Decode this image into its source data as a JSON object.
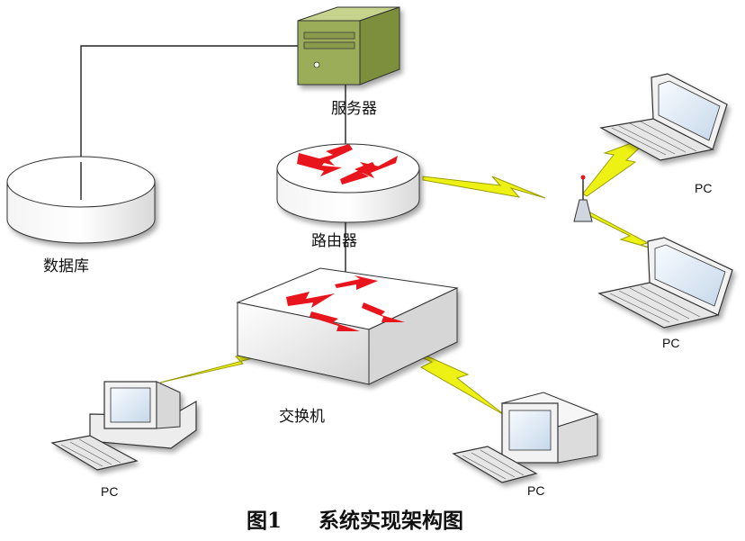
{
  "nodes": {
    "server": {
      "label": "服务器",
      "icon": "server-icon"
    },
    "router": {
      "label": "路由器",
      "icon": "router-icon"
    },
    "database": {
      "label": "数据库",
      "icon": "database-icon"
    },
    "switch": {
      "label": "交换机",
      "icon": "switch-icon"
    },
    "wireless_ap": {
      "icon": "wireless-antenna-icon"
    },
    "laptop_top": {
      "label": "PC",
      "icon": "laptop-icon"
    },
    "laptop_bottom": {
      "label": "PC",
      "icon": "laptop-icon"
    },
    "desktop_left": {
      "label": "PC",
      "icon": "desktop-computer-icon"
    },
    "desktop_right": {
      "label": "PC",
      "icon": "desktop-computer-icon"
    }
  },
  "caption": {
    "number": "图1",
    "title": "系统实现架构图"
  },
  "colors": {
    "arrow": "#e8141a",
    "lightning": "#eef214",
    "server_body": "#9cad5a",
    "line": "#222222"
  }
}
